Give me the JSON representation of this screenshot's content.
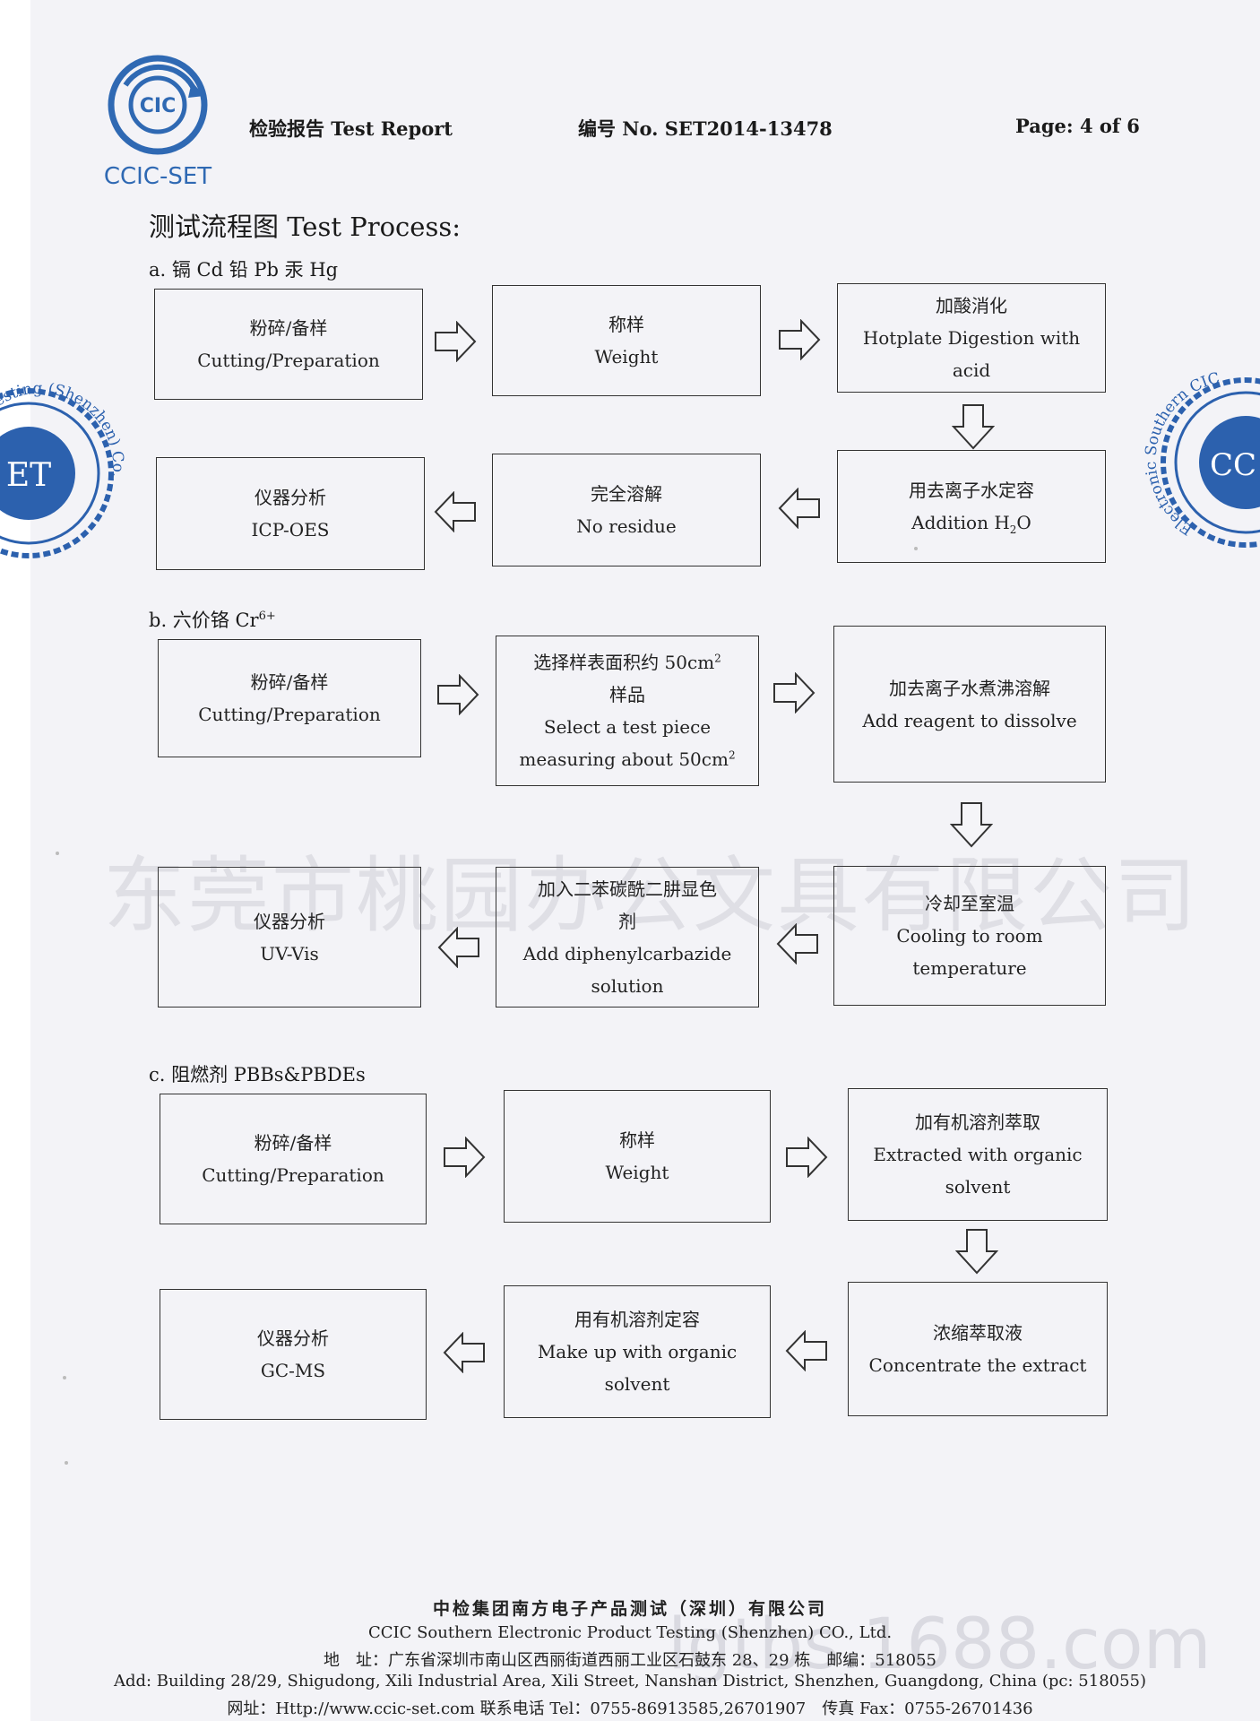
{
  "header": {
    "logo_text": "CIC",
    "logo_caption": "CCIC-SET",
    "title": "检验报告 Test Report",
    "number": "编号 No. SET2014-13478",
    "page": "Page: 4 of 6"
  },
  "section_title": "测试流程图 Test Process:",
  "sections": [
    {
      "label": "a. 镉 Cd 铅 Pb 汞 Hg",
      "boxes": [
        {
          "zh": "粉碎/备样",
          "en": "Cutting/Preparation"
        },
        {
          "zh": "称样",
          "en": "Weight"
        },
        {
          "zh": "加酸消化",
          "en": "Hotplate Digestion with",
          "en2": "acid"
        },
        {
          "zh": "用去离子水定容",
          "en": "Addition H",
          "en_sub": "2",
          "en_tail": "O"
        },
        {
          "zh": "完全溶解",
          "en": "No residue"
        },
        {
          "zh": "仪器分析",
          "en": "ICP-OES"
        }
      ]
    },
    {
      "label": "b. 六价铬 Cr",
      "label_sup": "6+",
      "boxes": [
        {
          "zh": "粉碎/备样",
          "en": "Cutting/Preparation"
        },
        {
          "zh": "选择样表面积约 50cm",
          "zh_sup": "2",
          "zh2": "样品",
          "en": "Select a test piece",
          "en2": "measuring about 50cm",
          "en2_sup": "2"
        },
        {
          "zh": "加去离子水煮沸溶解",
          "en": "Add reagent to dissolve"
        },
        {
          "zh": "冷却至室温",
          "en": "Cooling to room",
          "en2": "temperature"
        },
        {
          "zh": "加入二苯碳酰二肼显色",
          "zh2": "剂",
          "en": "Add diphenylcarbazide",
          "en2": "solution"
        },
        {
          "zh": "仪器分析",
          "en": "UV-Vis"
        }
      ]
    },
    {
      "label": "c. 阻燃剂 PBBs&PBDEs",
      "boxes": [
        {
          "zh": "粉碎/备样",
          "en": "Cutting/Preparation"
        },
        {
          "zh": "称样",
          "en": "Weight"
        },
        {
          "zh": "加有机溶剂萃取",
          "en": "Extracted with organic",
          "en2": "solvent"
        },
        {
          "zh": "浓缩萃取液",
          "en": "Concentrate the extract"
        },
        {
          "zh": "用有机溶剂定容",
          "en": "Make up with organic",
          "en2": "solvent"
        },
        {
          "zh": "仪器分析",
          "en": "GC-MS"
        }
      ]
    }
  ],
  "seals": {
    "left_text": "Testing (Shenzhen) Co.,",
    "left_center": "ET",
    "right_text": "Electronic Southern CIC",
    "right_center": "CC"
  },
  "watermarks": {
    "center": "东莞市桃园办公文具有限公司",
    "footer": "lgtbs.1688.com"
  },
  "footer": {
    "company_zh": "中检集团南方电子产品测试（深圳）有限公司",
    "company_en": "CCIC Southern Electronic Product Testing (Shenzhen) CO., Ltd.",
    "address_zh": "地　址：广东省深圳市南山区西丽街道西丽工业区石鼓东 28、29 栋　邮编：518055",
    "address_en": "Add: Building 28/29, Shigudong, Xili Industrial Area, Xili Street, Nanshan District, Shenzhen, Guangdong, China (pc: 518055)",
    "contact": "网址：Http://www.ccic-set.com 联系电话 Tel：0755-86913585,26701907　传真 Fax：0755-26701436"
  },
  "colors": {
    "logo_blue": "#2f69b3",
    "seal_blue": "#2c61ae",
    "border": "#333333"
  }
}
